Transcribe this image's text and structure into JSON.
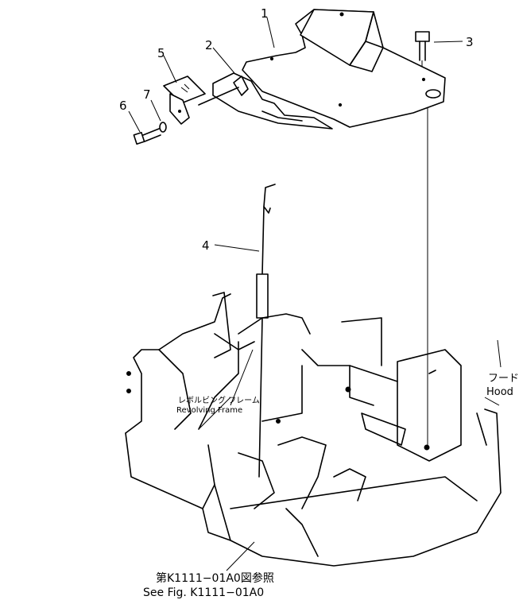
{
  "callouts": {
    "c1": "1",
    "c2": "2",
    "c3": "3",
    "c4": "4",
    "c5": "5",
    "c6": "6",
    "c7": "7"
  },
  "labels": {
    "hood_jp": "フード",
    "hood_en": "Hood",
    "frame_jp": "レボルビング フレーム",
    "frame_en": "Revolving Frame",
    "ref_jp": "第K1111−01A0図参照",
    "ref_en": "See Fig. K1111−01A0"
  }
}
